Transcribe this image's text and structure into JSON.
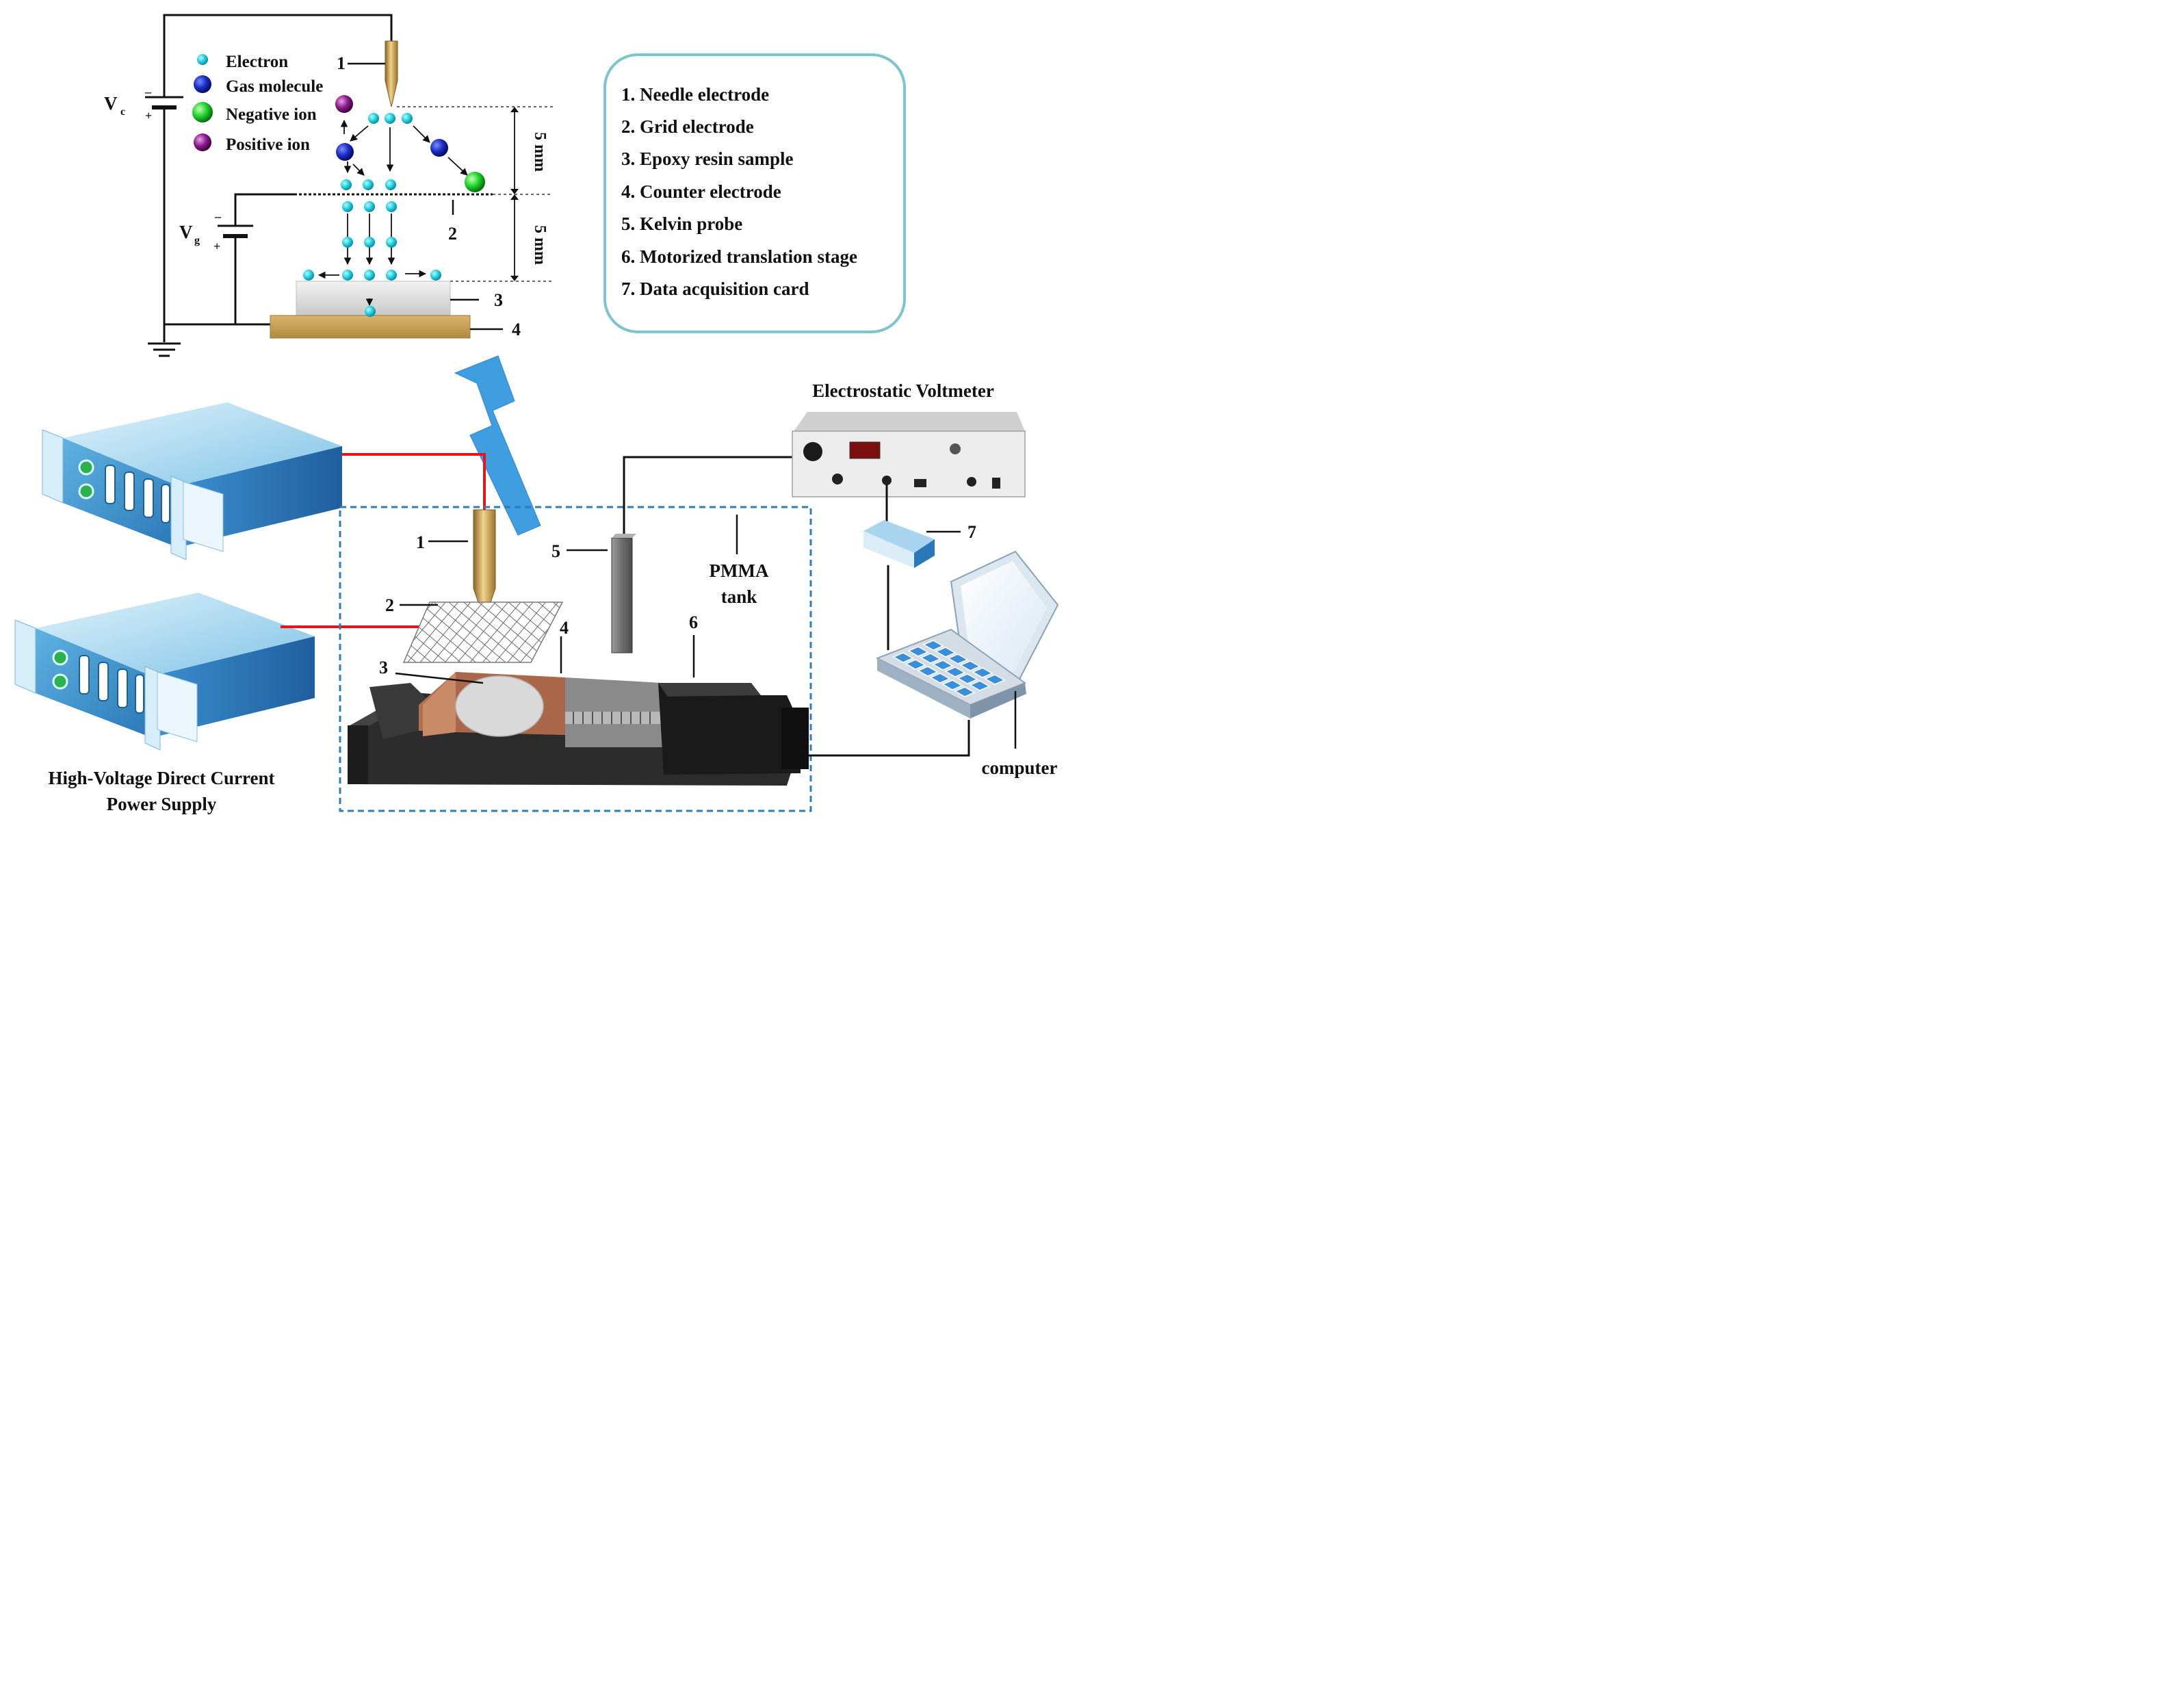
{
  "legend": {
    "electron": "Electron",
    "gas_molecule": "Gas molecule",
    "negative_ion": "Negative ion",
    "positive_ion": "Positive ion"
  },
  "voltages": {
    "vc_main": "V",
    "vc_sub": "c",
    "vg_main": "V",
    "vg_sub": "g",
    "minus": "–",
    "plus": "+"
  },
  "dimensions": {
    "upper_gap": "5 mm",
    "lower_gap": "5 mm"
  },
  "schematic_numbers": [
    "1",
    "2",
    "3",
    "4"
  ],
  "key": {
    "items": [
      "1. Needle electrode",
      "2. Grid electrode",
      "3. Epoxy resin sample",
      "4. Counter electrode",
      "5. Kelvin probe",
      "6. Motorized translation stage",
      "7. Data acquisition card"
    ],
    "border_color": "#7cc4d0"
  },
  "setup": {
    "voltmeter_title": "Electrostatic Voltmeter",
    "power_supply_line1": "High-Voltage Direct Current",
    "power_supply_line2": "Power Supply",
    "tank_line1": "PMMA",
    "tank_line2": "tank",
    "computer": "computer",
    "numbers": [
      "1",
      "2",
      "3",
      "4",
      "5",
      "6",
      "7"
    ]
  },
  "colors": {
    "electron": "#22d3e0",
    "gas_molecule": "#1a2fc8",
    "negative_ion": "#1ed42a",
    "positive_ion": "#8b1c8f",
    "needle": "#c9a050",
    "power_wire": "#e8141c",
    "big_arrow": "#3f9ee0"
  }
}
